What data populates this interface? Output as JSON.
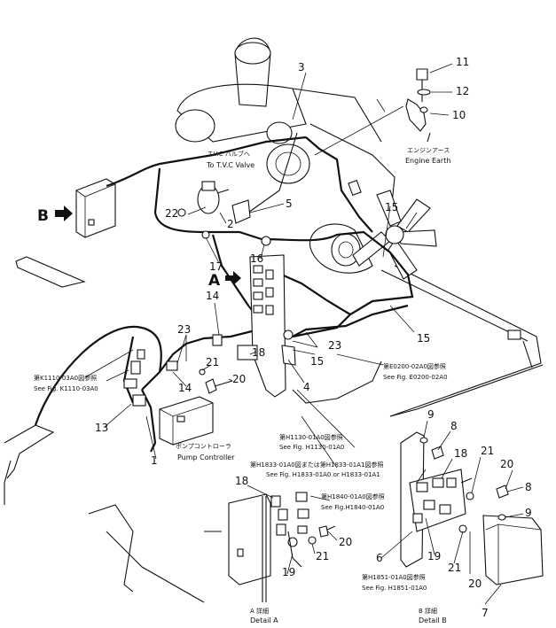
{
  "callouts": {
    "n1": "1",
    "n2": "2",
    "n3": "3",
    "n4": "4",
    "n5": "5",
    "n6": "6",
    "n7": "7",
    "n8a": "8",
    "n8b": "8",
    "n9a": "9",
    "n9b": "9",
    "n10": "10",
    "n11": "11",
    "n12": "12",
    "n13": "13",
    "n14a": "14",
    "n14b": "14",
    "n15a": "15",
    "n15b": "15",
    "n15c": "15",
    "n16": "16",
    "n17": "17",
    "n18a": "18",
    "n18b": "18",
    "n18c": "18",
    "n19a": "19",
    "n19b": "19",
    "n20a": "20",
    "n20b": "20",
    "n20c": "20",
    "n20d": "20",
    "n21a": "21",
    "n21b": "21",
    "n21c": "21",
    "n21d": "21",
    "n22": "22",
    "n23a": "23",
    "n23b": "23"
  },
  "views": {
    "A": "A",
    "B": "B"
  },
  "labels": {
    "tvc_jp": "T.V.C バルブへ",
    "tvc_en": "To T.V.C Valve",
    "earth_jp": "エンジンアース",
    "earth_en": "Engine Earth",
    "e0200_jp": "第E0200-02A0図参照",
    "e0200_en": "See Fig. E0200-02A0",
    "k1110_jp": "第K1110-03A0図参照",
    "k1110_en": "See Fig. K1110-03A0",
    "pump_jp": "ポンプコントローラ",
    "pump_en": "Pump Controller",
    "h1130_jp": "第H1130-01A0図参照",
    "h1130_en": "See Fig. H1130-01A0",
    "h1833_jp": "第H1833-01A0図または第H1833-01A1図参照",
    "h1833_en": "See Fig. H1833-01A0 or H1833-01A1",
    "h1840_jp": "第H1840-01A0図参照",
    "h1840_en": "See Fig.H1840-01A0",
    "h1851_jp": "第H1851-01A0図参照",
    "h1851_en": "See Fig. H1851-01A0",
    "detail_a_jp": "A 詳細",
    "detail_a_en": "Detail A",
    "detail_b_jp": "B 詳細",
    "detail_b_en": "Detail B"
  }
}
